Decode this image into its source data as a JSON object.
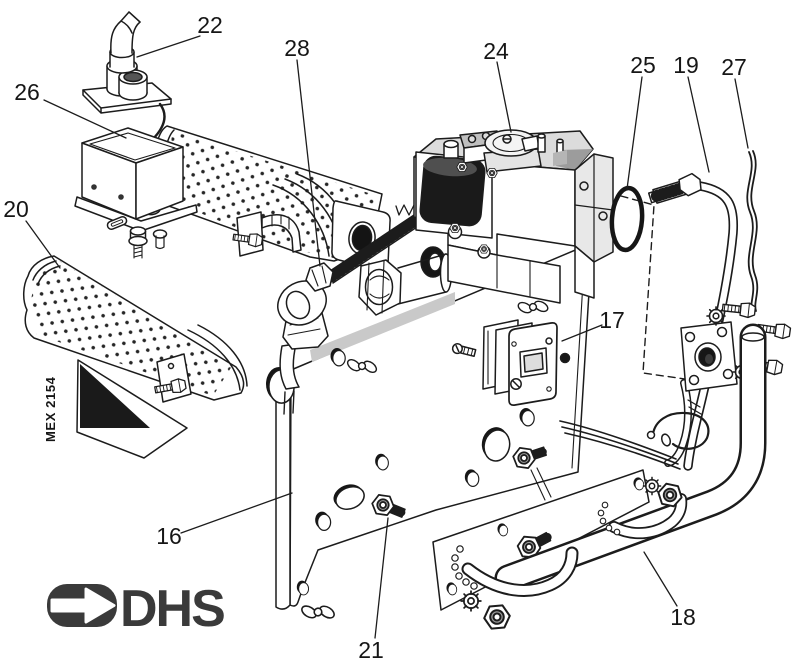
{
  "figure": {
    "type": "exploded-parts-diagram",
    "drawing_ref": "MEX 2154",
    "brand_logo": "DHS",
    "background": "#ffffff",
    "line_color": "#1c1c1c",
    "callouts": [
      {
        "num": "16"
      },
      {
        "num": "17"
      },
      {
        "num": "18"
      },
      {
        "num": "19"
      },
      {
        "num": "20"
      },
      {
        "num": "21"
      },
      {
        "num": "22"
      },
      {
        "num": "24"
      },
      {
        "num": "25"
      },
      {
        "num": "26"
      },
      {
        "num": "27"
      },
      {
        "num": "28"
      }
    ]
  }
}
